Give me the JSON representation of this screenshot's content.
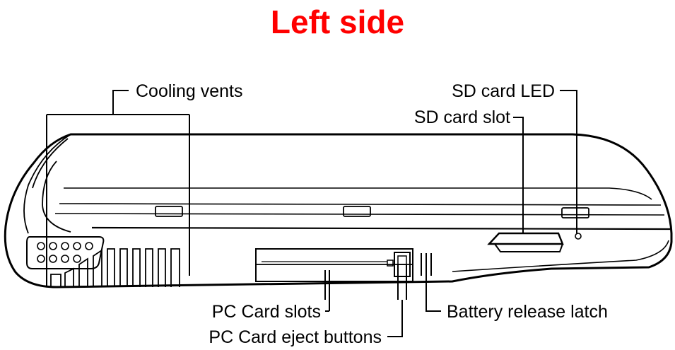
{
  "title": "Left side",
  "title_color": "#ff0000",
  "labels": {
    "cooling_vents": "Cooling vents",
    "sd_card_led": "SD card LED",
    "sd_card_slot": "SD card slot",
    "pc_card_slots": "PC Card slots",
    "pc_card_eject_buttons": "PC Card eject buttons",
    "battery_release_latch": "Battery release latch"
  }
}
